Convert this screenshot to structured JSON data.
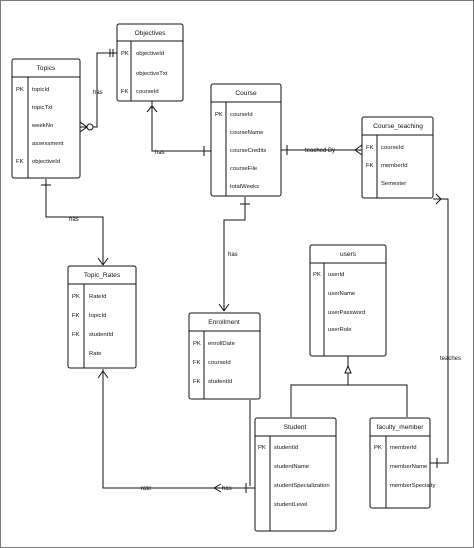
{
  "entities": [
    {
      "id": "objectives",
      "title": "Objectives",
      "rows": [
        {
          "key": "PK",
          "field": "objectiveId"
        },
        {
          "key": "",
          "field": "objectiveTxt"
        },
        {
          "key": "FK",
          "field": "courseId"
        }
      ]
    },
    {
      "id": "topics",
      "title": "Topics",
      "rows": [
        {
          "key": "PK",
          "field": "topicId"
        },
        {
          "key": "",
          "field": "topicTxt"
        },
        {
          "key": "",
          "field": "weekNo"
        },
        {
          "key": "",
          "field": "assessment"
        },
        {
          "key": "FK",
          "field": "objectiveId"
        }
      ]
    },
    {
      "id": "course",
      "title": "Course",
      "rows": [
        {
          "key": "PK",
          "field": "courseId"
        },
        {
          "key": "",
          "field": "courseName"
        },
        {
          "key": "",
          "field": "courseCredits"
        },
        {
          "key": "",
          "field": "courseFile"
        },
        {
          "key": "",
          "field": "totalWeeks"
        }
      ]
    },
    {
      "id": "course_teaching",
      "title": "Course_teaching",
      "rows": [
        {
          "key": "FK",
          "field": "courseId"
        },
        {
          "key": "FK",
          "field": "memberId"
        },
        {
          "key": "",
          "field": "Semester"
        }
      ]
    },
    {
      "id": "users",
      "title": "users",
      "rows": [
        {
          "key": "PK",
          "field": "userId"
        },
        {
          "key": "",
          "field": "userName"
        },
        {
          "key": "",
          "field": "userPassword"
        },
        {
          "key": "",
          "field": "userRole"
        }
      ]
    },
    {
      "id": "topic_rates",
      "title": "Topic_Rates",
      "rows": [
        {
          "key": "PK",
          "field": "RateId"
        },
        {
          "key": "FK",
          "field": "topicId"
        },
        {
          "key": "FK",
          "field": "studentId"
        },
        {
          "key": "",
          "field": "Rate"
        }
      ]
    },
    {
      "id": "enrollment",
      "title": "Enrollment",
      "rows": [
        {
          "key": "PK",
          "field": "enrollDate"
        },
        {
          "key": "FK",
          "field": "courseId"
        },
        {
          "key": "FK",
          "field": "studentId"
        }
      ]
    },
    {
      "id": "student",
      "title": "Student",
      "rows": [
        {
          "key": "PK",
          "field": "studentId"
        },
        {
          "key": "",
          "field": "studentName"
        },
        {
          "key": "",
          "field": "studentSpecialization"
        },
        {
          "key": "",
          "field": "studentLevel"
        }
      ]
    },
    {
      "id": "faculty_member",
      "title": "faculty_member",
      "rows": [
        {
          "key": "PK",
          "field": "memberId"
        },
        {
          "key": "",
          "field": "memberName"
        },
        {
          "key": "",
          "field": "memberSpecialty"
        }
      ]
    }
  ],
  "relationships": [
    {
      "id": "objectives-topics",
      "label": "has"
    },
    {
      "id": "objectives-course",
      "label": "has"
    },
    {
      "id": "course-course_teaching",
      "label": "teached By"
    },
    {
      "id": "topics-topic_rates",
      "label": "has"
    },
    {
      "id": "course-enrollment",
      "label": "has"
    },
    {
      "id": "faculty-course_teaching",
      "label": "teaches"
    },
    {
      "id": "topic_rates-student",
      "label": "rate"
    },
    {
      "id": "enrollment-student",
      "label": "has"
    }
  ]
}
